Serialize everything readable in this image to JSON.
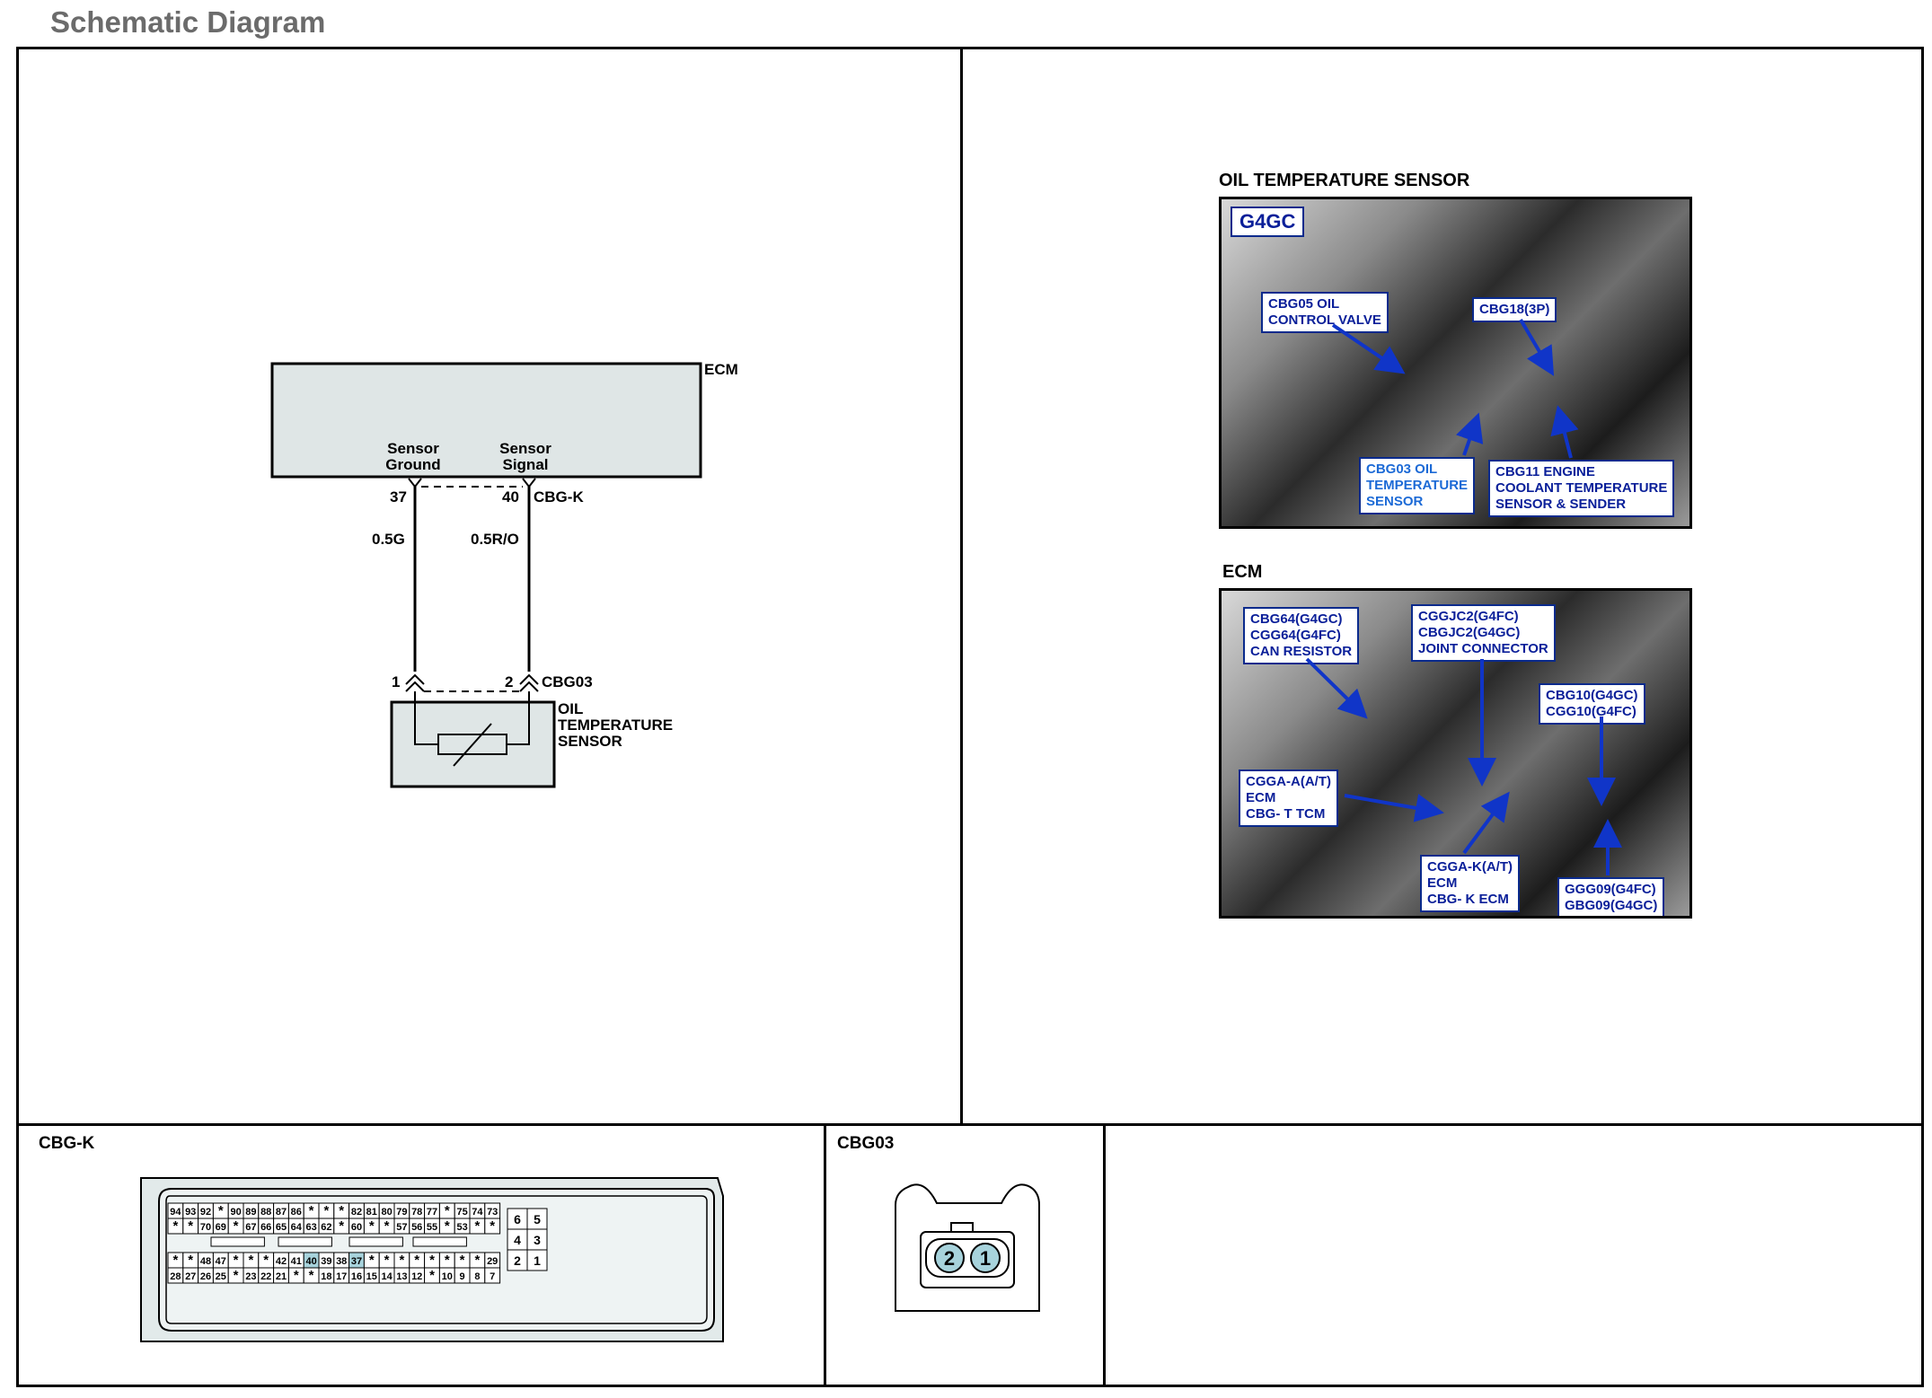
{
  "page_title": "Schematic Diagram",
  "schematic": {
    "ecm_label": "ECM",
    "pin_ground_label_1": "Sensor",
    "pin_ground_label_2": "Ground",
    "pin_signal_label_1": "Sensor",
    "pin_signal_label_2": "Signal",
    "pin_ground_num": "37",
    "pin_signal_num": "40",
    "ecm_connector": "CBG-K",
    "wire_ground": "0.5G",
    "wire_signal": "0.5R/O",
    "sensor_pin_1": "1",
    "sensor_pin_2": "2",
    "sensor_connector": "CBG03",
    "sensor_label_1": "OIL",
    "sensor_label_2": "TEMPERATURE",
    "sensor_label_3": "SENSOR"
  },
  "photos": {
    "oil_sensor": {
      "heading": "OIL TEMPERATURE SENSOR",
      "engine_tag": "G4GC",
      "callouts": [
        {
          "text": "CBG05 OIL\nCONTROL VALVE"
        },
        {
          "text": "CBG18(3P)"
        },
        {
          "text": "CBG03 OIL\nTEMPERATURE\nSENSOR"
        },
        {
          "text": "CBG11 ENGINE\nCOOLANT TEMPERATURE\nSENSOR & SENDER"
        }
      ]
    },
    "ecm": {
      "heading": "ECM",
      "callouts": [
        {
          "text": "CBG64(G4GC)\nCGG64(G4FC)\nCAN RESISTOR"
        },
        {
          "text": "CGGJC2(G4FC)\nCBGJC2(G4GC)\nJOINT CONNECTOR"
        },
        {
          "text": "CBG10(G4GC)\nCGG10(G4FC)"
        },
        {
          "text": "CGGA-A(A/T)\nECM\nCBG- T TCM"
        },
        {
          "text": "CGGA-K(A/T)\nECM\nCBG- K ECM"
        },
        {
          "text": "GGG09(G4FC)\nGBG09(G4GC)"
        }
      ]
    }
  },
  "connectors": {
    "cbgk": {
      "title": "CBG-K",
      "row1": [
        "94",
        "93",
        "92",
        "*",
        "90",
        "89",
        "88",
        "87",
        "86",
        "*",
        "*",
        "*",
        "82",
        "81",
        "80",
        "79",
        "78",
        "77",
        "*",
        "75",
        "74",
        "73"
      ],
      "row2": [
        "*",
        "*",
        "70",
        "69",
        "*",
        "67",
        "66",
        "65",
        "64",
        "63",
        "62",
        "*",
        "60",
        "*",
        "*",
        "57",
        "56",
        "55",
        "*",
        "53",
        "*",
        "*"
      ],
      "row3": [
        "*",
        "*",
        "48",
        "47",
        "*",
        "*",
        "*",
        "42",
        "41",
        "40",
        "39",
        "38",
        "37",
        "*",
        "*",
        "*",
        "*",
        "*",
        "*",
        "*",
        "*",
        "29"
      ],
      "row4": [
        "28",
        "27",
        "26",
        "25",
        "*",
        "23",
        "22",
        "21",
        "*",
        "*",
        "18",
        "17",
        "16",
        "15",
        "14",
        "13",
        "12",
        "*",
        "10",
        "9",
        "8",
        "7"
      ],
      "highlight": [
        "40",
        "37"
      ],
      "side": [
        [
          "6",
          "5"
        ],
        [
          "4",
          "3"
        ],
        [
          "2",
          "1"
        ]
      ]
    },
    "cbg03": {
      "title": "CBG03",
      "pins": [
        "2",
        "1"
      ]
    }
  }
}
